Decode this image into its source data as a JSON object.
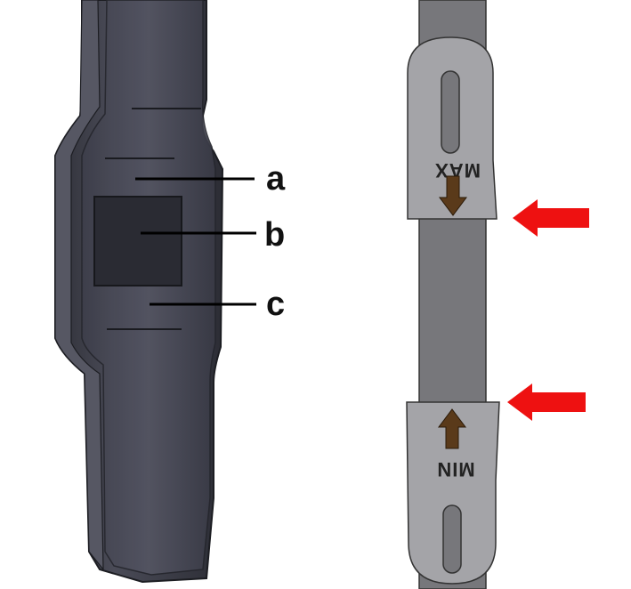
{
  "callouts": {
    "a": "a",
    "b": "b",
    "c": "c"
  },
  "slider": {
    "max_label": "MAX",
    "min_label": "MIN"
  },
  "colors": {
    "handle_dark": "#3c3d48",
    "handle_mid": "#5a5b68",
    "rail": "#77777b",
    "clip": "#a4a4a8",
    "arrow_brown": "#5a3a1a",
    "pointer_red": "#ee1111"
  },
  "icons": {
    "direction_arrow": "arrow-down-icon",
    "pointer": "arrow-left-icon"
  }
}
